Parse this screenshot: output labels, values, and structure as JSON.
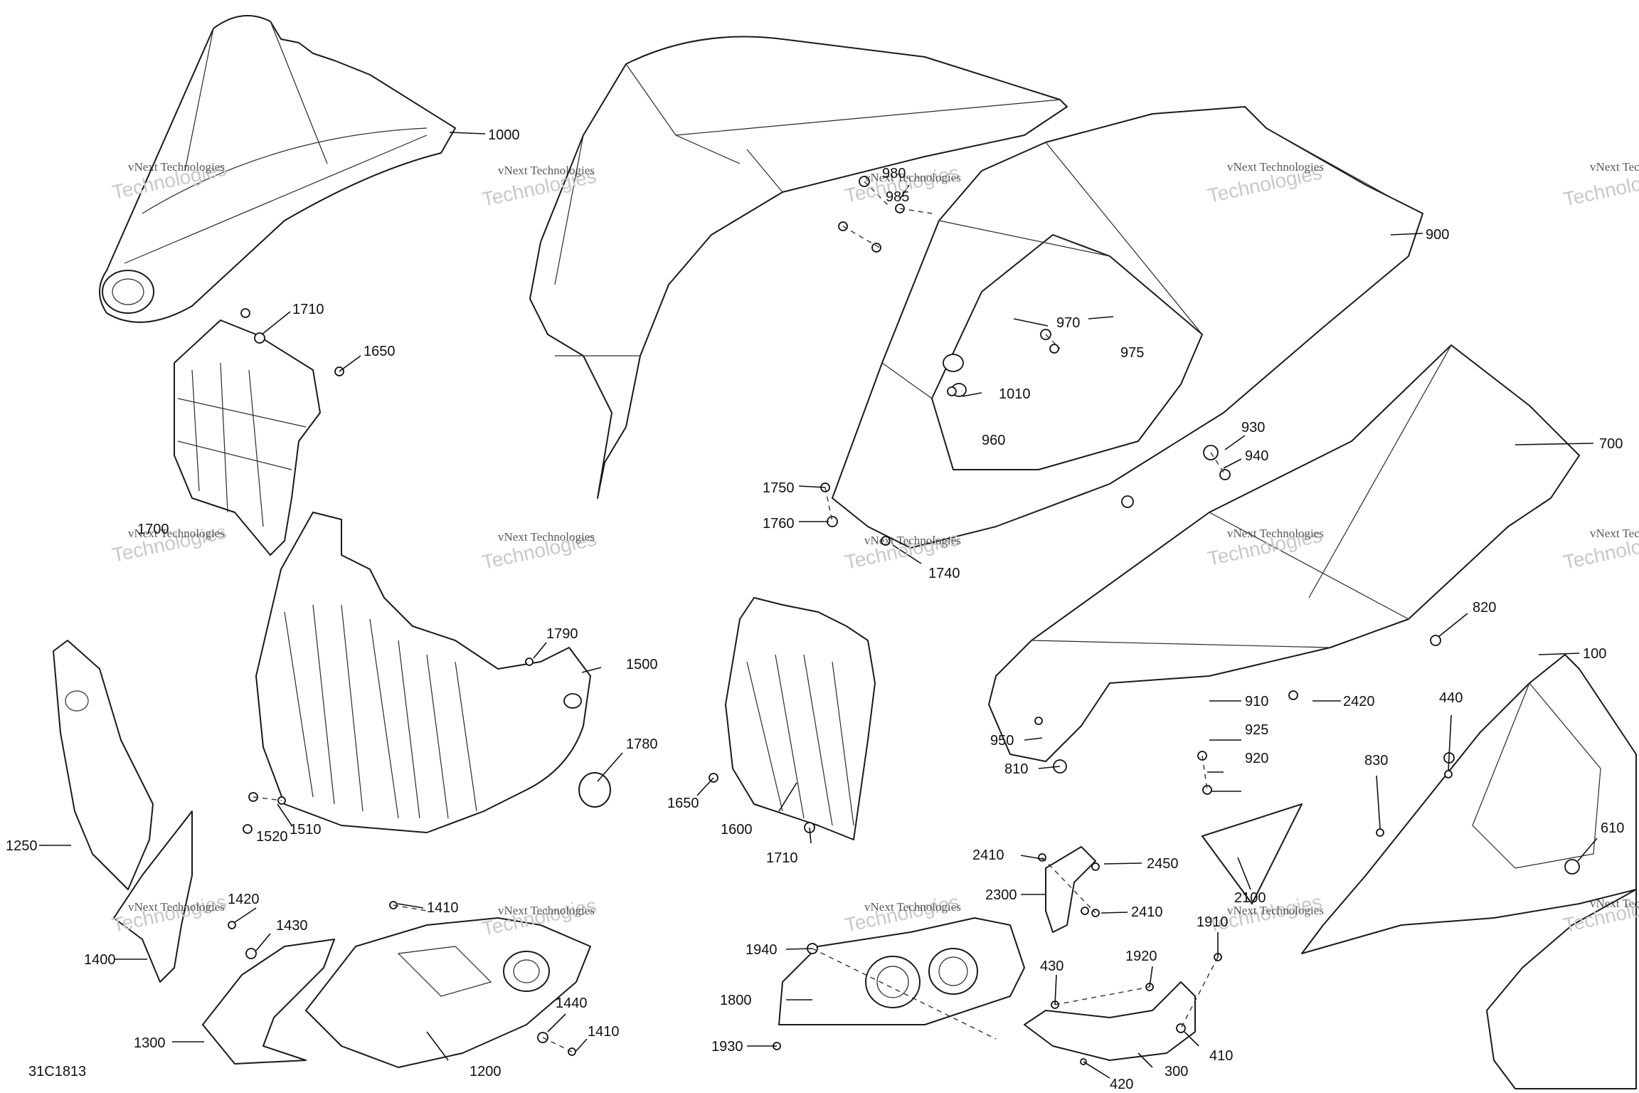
{
  "diagram_code": "31C1813",
  "watermark": {
    "line1": "vNext Technologies",
    "line2": "Technologies"
  },
  "labels": {
    "l1000": "1000",
    "l1710a": "1710",
    "l1650a": "1650",
    "l1700": "1700",
    "l980": "980",
    "l985": "985",
    "l900": "900",
    "l970": "970",
    "l975": "975",
    "l1010": "1010",
    "l960": "960",
    "l930": "930",
    "l940": "940",
    "l700": "700",
    "l1750": "1750",
    "l1760": "1760",
    "l1740": "1740",
    "l820": "820",
    "l1790": "1790",
    "l1500": "1500",
    "l1780": "1780",
    "l1520": "1520",
    "l1510": "1510",
    "l1250": "1250",
    "l1400": "1400",
    "l1420": "1420",
    "l1430": "1430",
    "l1410a": "1410",
    "l1410b": "1410",
    "l1440": "1440",
    "l1300": "1300",
    "l1200": "1200",
    "l1650b": "1650",
    "l1600": "1600",
    "l1710b": "1710",
    "l910": "910",
    "l925": "925",
    "l920": "920",
    "l950": "950",
    "l810": "810",
    "l2420": "2420",
    "l440": "440",
    "l830": "830",
    "l100x": "100",
    "l610": "610",
    "l2100": "2100",
    "l2410a": "2410",
    "l2450": "2450",
    "l2300": "2300",
    "l2410b": "2410",
    "l1940": "1940",
    "l1800": "1800",
    "l1930": "1930",
    "l430": "430",
    "l1920": "1920",
    "l1910": "1910",
    "l410": "410",
    "l300": "300",
    "l420": "420"
  }
}
